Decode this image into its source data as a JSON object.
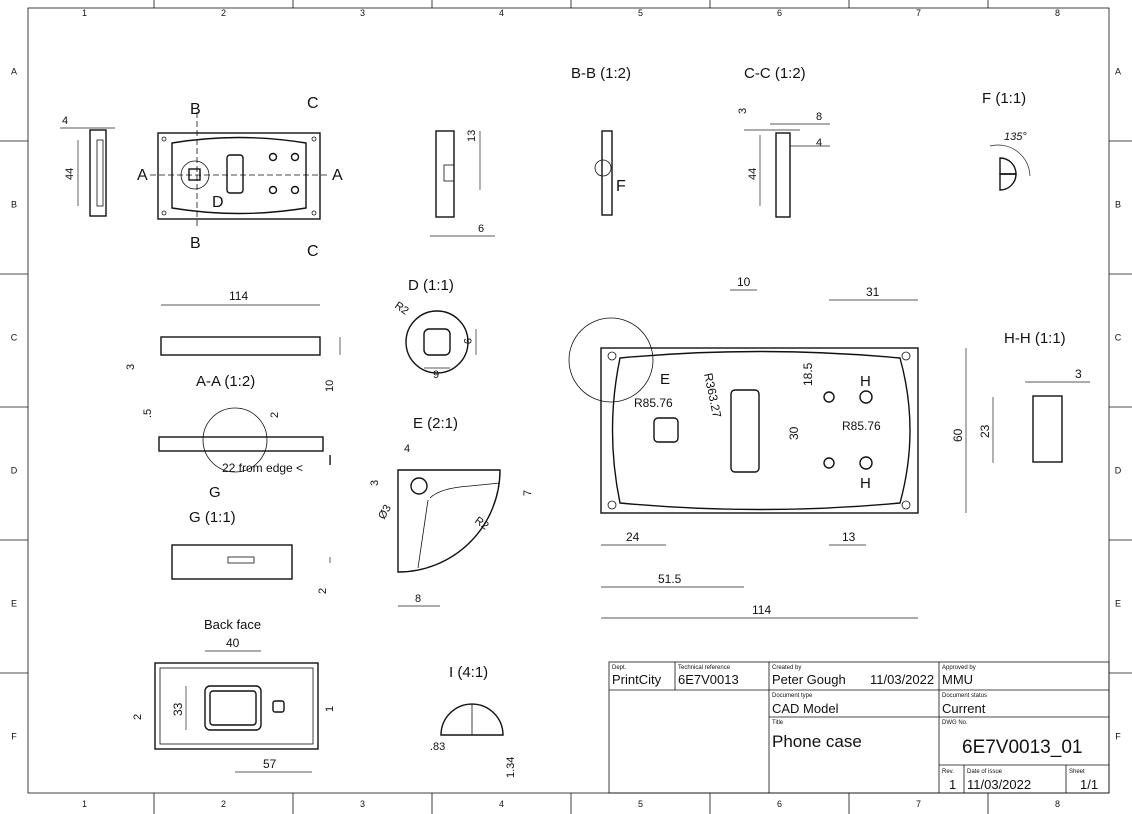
{
  "frame": {
    "columns": [
      "1",
      "2",
      "3",
      "4",
      "5",
      "6",
      "7",
      "8"
    ],
    "rows": [
      "A",
      "B",
      "C",
      "D",
      "E",
      "F"
    ]
  },
  "views": {
    "bb": "B-B (1:2)",
    "cc": "C-C (1:2)",
    "f": "F (1:1)",
    "d": "D (1:1)",
    "aa": "A-A (1:2)",
    "e": "E (2:1)",
    "g": "G (1:1)",
    "hh": "H-H (1:1)",
    "i": "I (4:1)",
    "back": "Back face"
  },
  "labels": {
    "sec_b": "B",
    "sec_c": "C",
    "sec_a": "A",
    "det_d": "D",
    "det_f": "F",
    "det_e": "E",
    "det_g": "G",
    "det_i": "I",
    "sec_h": "H"
  },
  "dims": {
    "d4": "4",
    "d44": "44",
    "d13": "13",
    "d6": "6",
    "d3": "3",
    "d8": "8",
    "d114": "114",
    "d10": "10",
    "d5": ".5",
    "d2": "2",
    "edge": "22 from edge <",
    "r2": "R2",
    "d9": "9",
    "o3": "Ø3",
    "d7": "7",
    "ang": "135°",
    "d40": "40",
    "d33": "33",
    "d57": "57",
    "d1": "1",
    "d83": ".83",
    "d134": "1.34",
    "d10b": "10",
    "d31": "31",
    "r363": "R363.27",
    "r85a": "R85.76",
    "r85b": "R85.76",
    "d185": "18.5",
    "d30": "30",
    "d60": "60",
    "d23": "23",
    "d24": "24",
    "d13b": "13",
    "d515": "51.5",
    "d114b": "114",
    "d3b": "3"
  },
  "title_block": {
    "dept_label": "Dept.",
    "dept": "PrintCity",
    "techref_label": "Technical reference",
    "techref": "6E7V0013",
    "created_label": "Created by",
    "created": "Peter Gough",
    "created_date": "11/03/2022",
    "approved_label": "Approved by",
    "approved": "MMU",
    "doctype_label": "Document type",
    "doctype": "CAD Model",
    "docstatus_label": "Document status",
    "docstatus": "Current",
    "title_label": "Title",
    "title": "Phone case",
    "dwg_label": "DWG No.",
    "dwg": "6E7V0013_01",
    "rev_label": "Rev.",
    "rev": "1",
    "issue_label": "Date of issue",
    "issue": "11/03/2022",
    "sheet_label": "Sheet",
    "sheet": "1/1"
  }
}
